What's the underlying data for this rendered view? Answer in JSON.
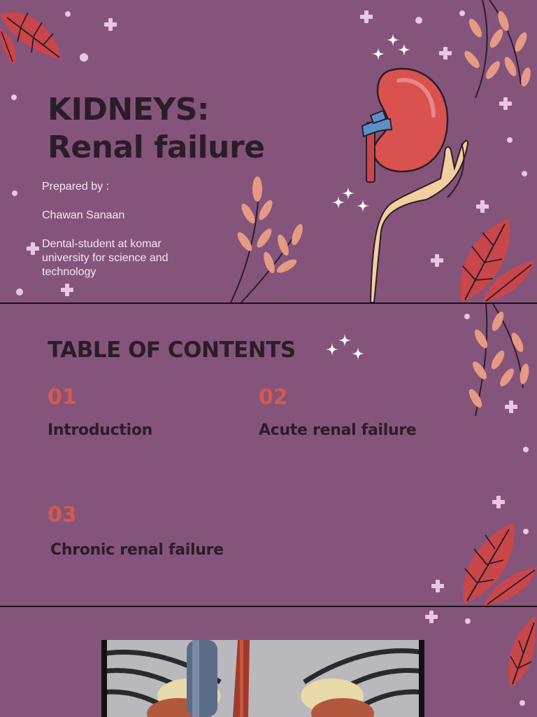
{
  "slide1": {
    "title_line1": "KIDNEYS:",
    "title_line2": "Renal failure",
    "prepared_by": "Prepared by :",
    "author": "Chawan Sanaan",
    "affiliation_line1": "Dental-student at komar",
    "affiliation_line2": "university for science and",
    "affiliation_line3": "technology",
    "illustration": "kidney-in-hand-icon"
  },
  "slide2": {
    "title": "TABLE OF CONTENTS",
    "items": [
      {
        "number": "01",
        "label": "Introduction"
      },
      {
        "number": "02",
        "label": "Acute renal failure"
      },
      {
        "number": "03",
        "label": "Chronic renal failure"
      }
    ]
  },
  "slide3": {
    "image": "kidney-anatomy-photo"
  },
  "colors": {
    "background": "#85547b",
    "title": "#2b1d28",
    "accent": "#d45a4e",
    "leaf_red": "#c9464a",
    "leaf_peach": "#e49a84",
    "sparkle": "#e8c6e4"
  }
}
